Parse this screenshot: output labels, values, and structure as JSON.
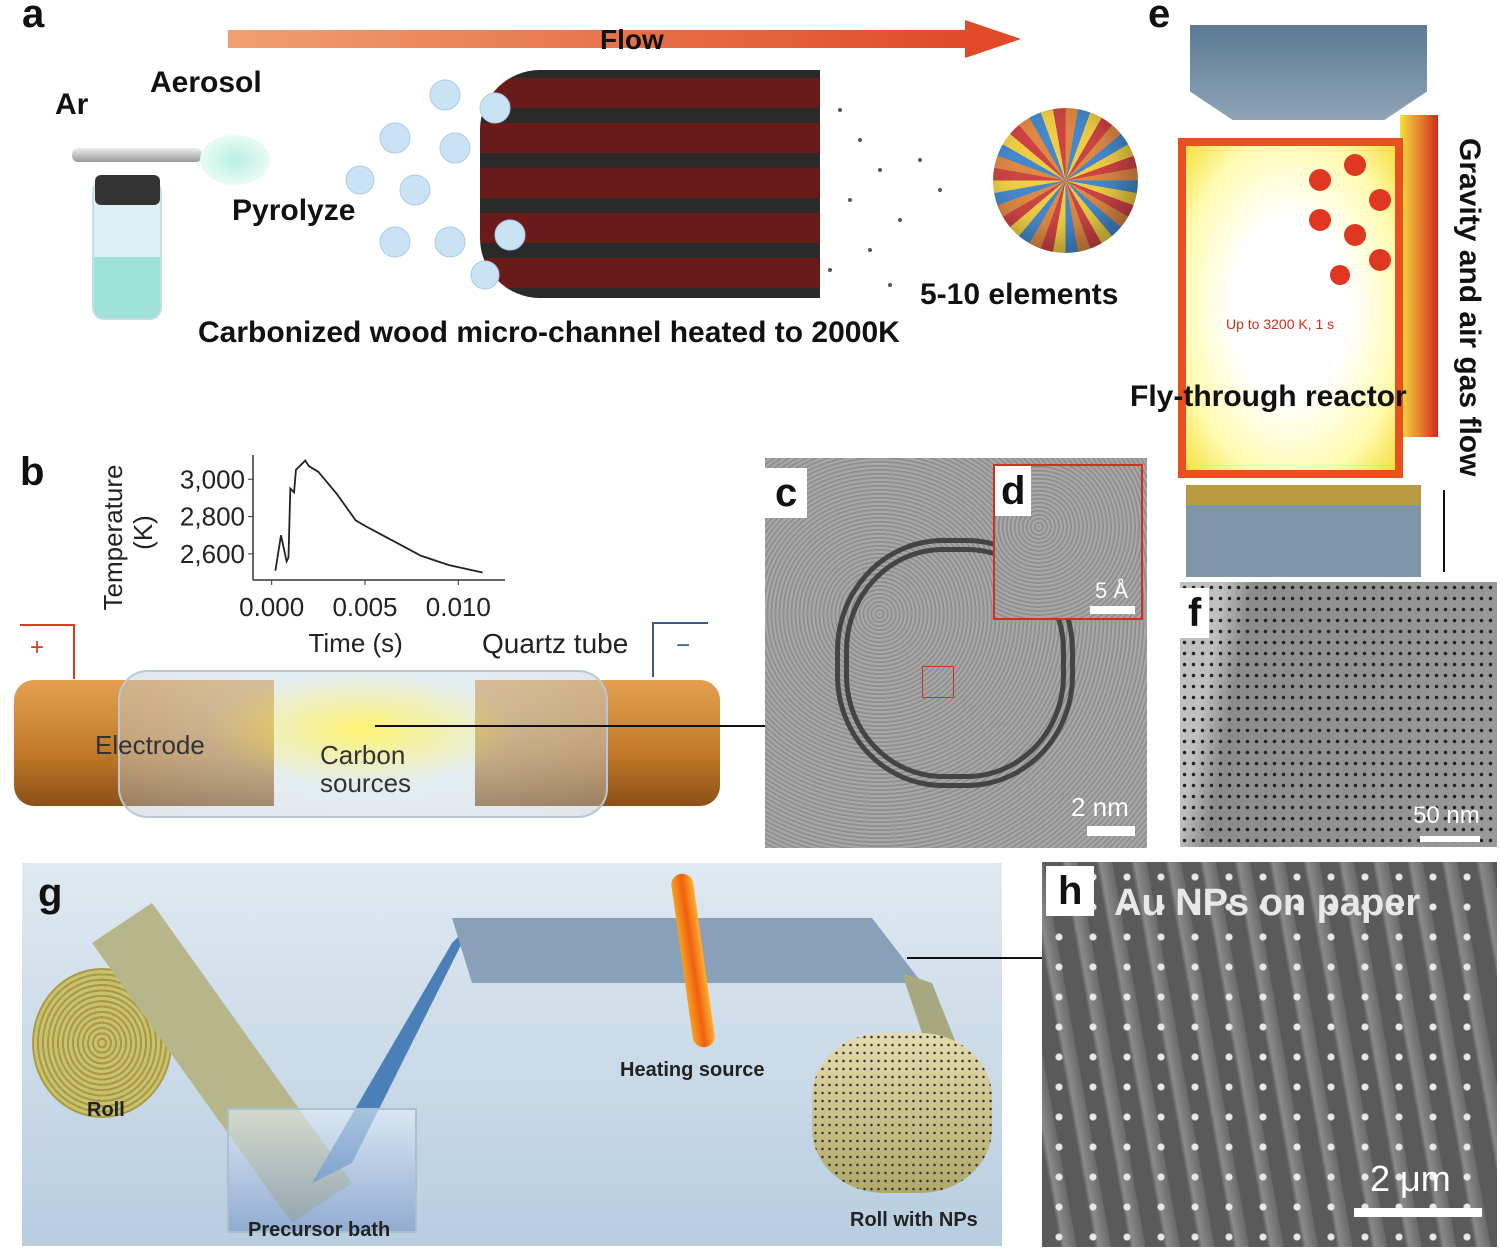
{
  "panels": {
    "a": {
      "label": "a",
      "flow": "Flow",
      "ar": "Ar",
      "aerosol": "Aerosol",
      "pyrolyze": "Pyrolyze",
      "elements": "5-10 elements",
      "caption": "Carbonized wood micro-channel heated to 2000K"
    },
    "b": {
      "label": "b",
      "quartz": "Quartz tube",
      "plus": "+",
      "minus": "−",
      "electrode": "Electrode",
      "carbon": "Carbon",
      "sources": "sources"
    },
    "c": {
      "label": "c",
      "scale": "2 nm"
    },
    "d": {
      "label": "d",
      "scale": "5 Å"
    },
    "e": {
      "label": "e",
      "temp_note": "Up to 3200 K, 1 s",
      "reactor": "Fly-through reactor",
      "flow": "Gravity and air gas flow"
    },
    "f": {
      "label": "f",
      "scale": "50 nm"
    },
    "g": {
      "label": "g",
      "roll": "Roll",
      "bath": "Precursor bath",
      "heat": "Heating source",
      "roll_np": "Roll with NPs"
    },
    "h": {
      "label": "h",
      "title": "Au NPs on paper",
      "scale": "2 μm"
    }
  },
  "chart_data": {
    "type": "line",
    "title": "",
    "xlabel": "Time (s)",
    "ylabel": "Temperature (K)",
    "xlim": [
      -0.001,
      0.0125
    ],
    "ylim": [
      2460,
      3130
    ],
    "xticks": [
      "0.000",
      "0.005",
      "0.010"
    ],
    "xtick_values": [
      0,
      0.005,
      0.01
    ],
    "yticks": [
      "3,000",
      "2,800",
      "2,600"
    ],
    "ytick_values": [
      3000,
      2800,
      2600
    ],
    "series": [
      {
        "name": "Temperature",
        "x": [
          0.0002,
          0.0005,
          0.0008,
          0.0009,
          0.001,
          0.0012,
          0.0013,
          0.0018,
          0.002,
          0.0025,
          0.0035,
          0.0045,
          0.005,
          0.0065,
          0.008,
          0.0095,
          0.0113
        ],
        "y": [
          2510,
          2700,
          2560,
          2580,
          2950,
          2930,
          3050,
          3100,
          3070,
          3040,
          2920,
          2780,
          2750,
          2670,
          2590,
          2540,
          2500
        ]
      }
    ]
  },
  "colors": {
    "flow_arrow": "#e04a28",
    "heat_red": "#d42a1a",
    "channel": "#6b1a1a",
    "electrode": "#d08a35"
  }
}
